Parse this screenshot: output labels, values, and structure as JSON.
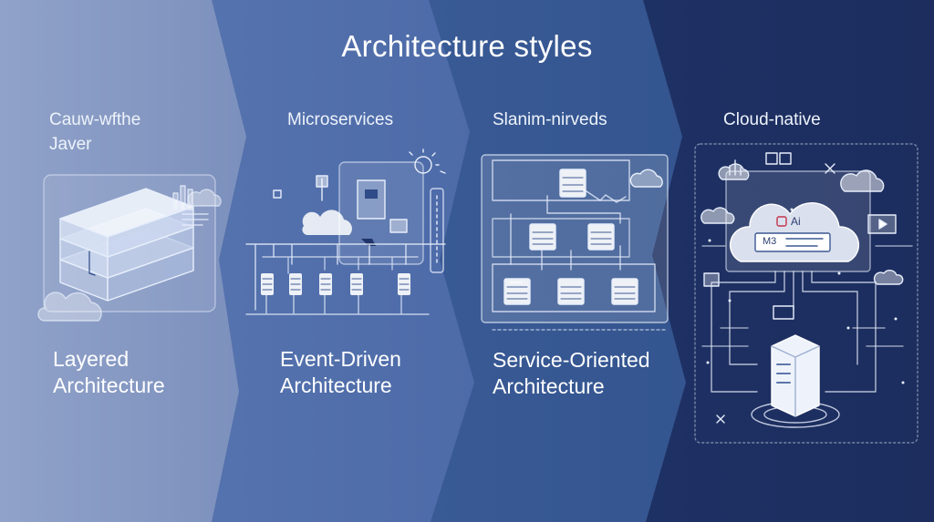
{
  "title": "Architecture styles",
  "panels": [
    {
      "top_line1": "Cauw-wfthe",
      "top_line2": "Javer",
      "bottom_line1": "Layered",
      "bottom_line2": "Architecture"
    },
    {
      "top_line1": "Microservices",
      "top_line2": "",
      "bottom_line1": "Event-Driven",
      "bottom_line2": "Architecture"
    },
    {
      "top_line1": "Slanim-nirveds",
      "top_line2": "",
      "bottom_line1": "Service-Oriented",
      "bottom_line2": "Architecture"
    },
    {
      "top_line1": "Cloud-native",
      "top_line2": "",
      "bottom_line1": "",
      "bottom_line2": ""
    }
  ],
  "cloud_panel": {
    "ai_badge": "Ai",
    "card_code": "M3"
  },
  "colors": {
    "panel1": "#8497c0",
    "panel2": "#5270ab",
    "panel3": "#3a5c9d",
    "panel4": "#203266",
    "line": "#e7eefb"
  }
}
